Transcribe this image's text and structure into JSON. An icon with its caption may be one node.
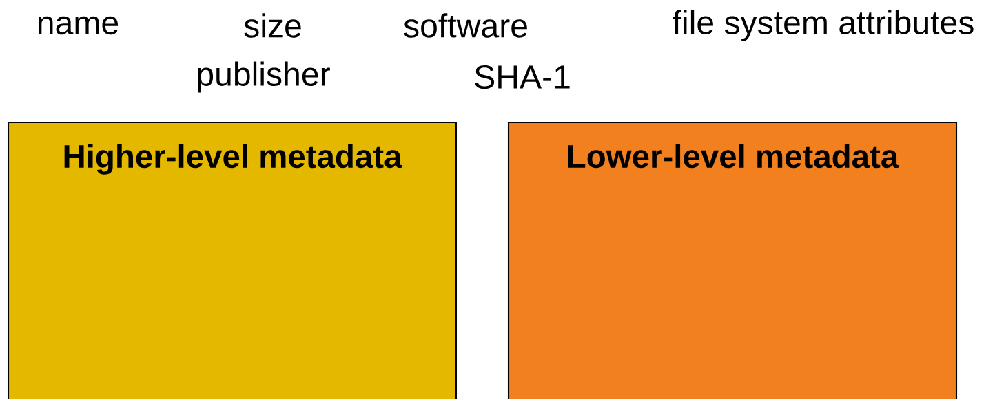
{
  "diagram": {
    "nodes": [
      {
        "text": [
          "Higher-level metadata"
        ]
      },
      {
        "text": [
          "Lower-level metadata"
        ]
      }
    ],
    "labels": [
      "name",
      "size",
      "software",
      "file system attributes",
      "publisher",
      "SHA-1"
    ]
  }
}
